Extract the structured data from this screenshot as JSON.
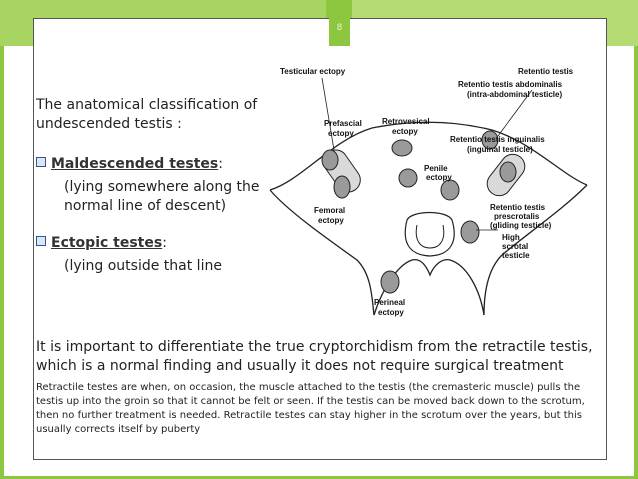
{
  "slide": {
    "page_number": "8",
    "accent_color": "#8dc63f"
  },
  "classification": {
    "heading": "The anatomical classification of undescended testis :",
    "items": [
      {
        "term": "Maldescended testes",
        "suffix": ":",
        "description": "(lying somewhere along the normal line of descent)"
      },
      {
        "term": "Ectopic testes",
        "suffix": ":",
        "description": "(lying outside that line"
      }
    ]
  },
  "diagram": {
    "labels": {
      "testicular_ectopy": "Testicular ectopy",
      "retentio_testis": "Retentio testis",
      "abdominalis": "Retentio testis abdominalis",
      "abdominalis_sub": "(intra-abdominal testicle)",
      "prefascial": "Prefascial",
      "prefascial_2": "ectopy",
      "retrovesical": "Retrovesical",
      "retrovesical_2": "ectopy",
      "inguinalis": "Retentio testis inguinalis",
      "inguinalis_sub": "(inguinal testicle)",
      "penile": "Penile",
      "penile_2": "ectopy",
      "femoral": "Femoral",
      "femoral_2": "ectopy",
      "prescrotalis": "Retentio testis",
      "prescrotalis_2": "prescrotalis",
      "prescrotalis_sub": "(gliding testicle)",
      "high": "High",
      "high_2": "scrotal",
      "high_3": "testicle",
      "perineal": "Perineal",
      "perineal_2": "ectopy"
    }
  },
  "important_text": "It is important to differentiate the true cryptorchidism from the retractile testis, which is a normal finding and usually it does not require surgical treatment",
  "note_text": "Retractile testes are when, on occasion, the muscle attached to the testis (the cremasteric muscle) pulls the testis up into the groin so that it cannot be felt or seen. If the testis can be moved back down to the scrotum, then no further treatment is needed. Retractile testes can stay higher in the scrotum over the years, but this usually corrects itself by puberty"
}
